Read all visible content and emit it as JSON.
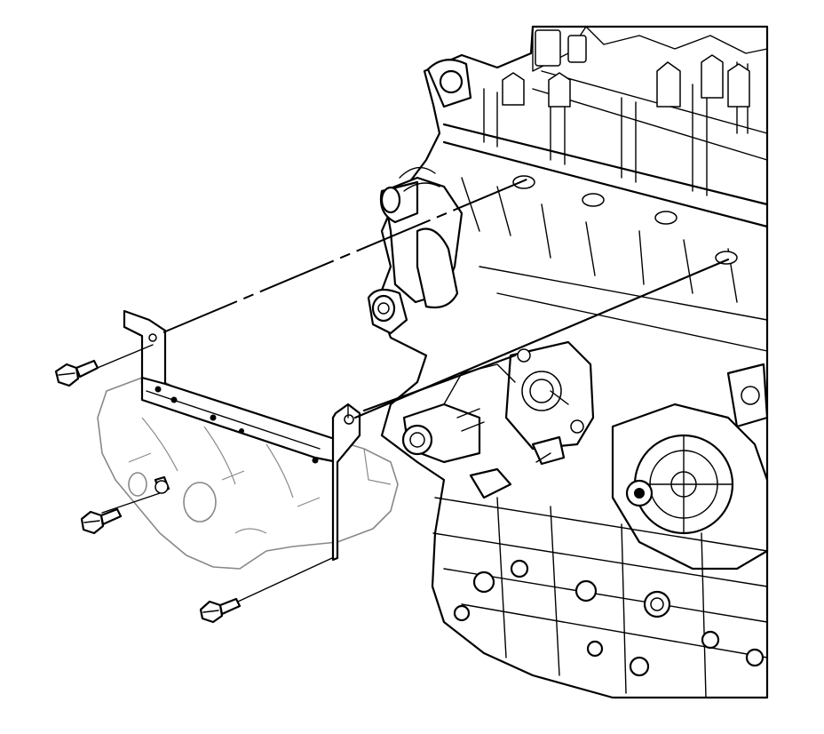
{
  "diagram": {
    "subject": "exhaust-manifold-heat-shield-installation",
    "line_color": "#000000",
    "background_color": "#ffffff",
    "ghost_part_color": "#888888",
    "icons": [
      "engine-block",
      "exhaust-manifold",
      "heat-shield",
      "bolt"
    ]
  }
}
